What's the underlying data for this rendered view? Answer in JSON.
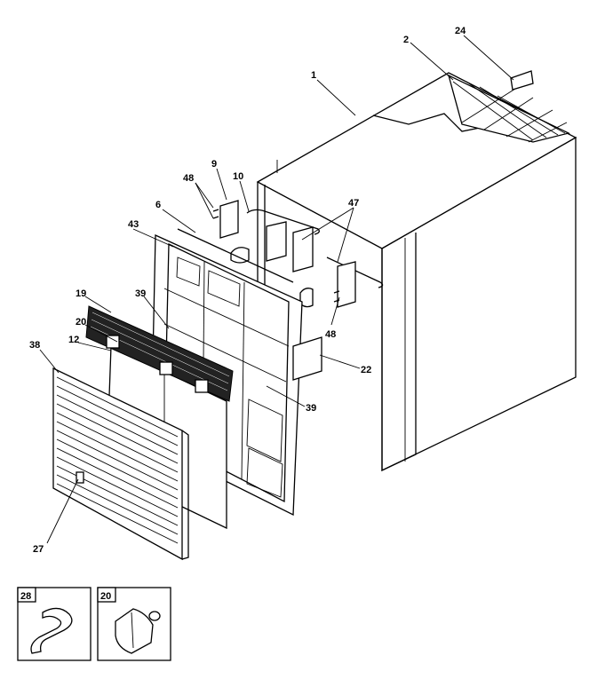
{
  "diagram": {
    "callouts": {
      "c1": "1",
      "c2": "2",
      "c24": "24",
      "c9": "9",
      "c10": "10",
      "c48a": "48",
      "c6": "6",
      "c47": "47",
      "c43": "43",
      "c19": "19",
      "c39a": "39",
      "c20": "20",
      "c12": "12",
      "c38": "38",
      "c48b": "48",
      "c22": "22",
      "c39b": "39",
      "c27": "27"
    },
    "insets": {
      "left_label": "28",
      "right_label": "20"
    }
  }
}
